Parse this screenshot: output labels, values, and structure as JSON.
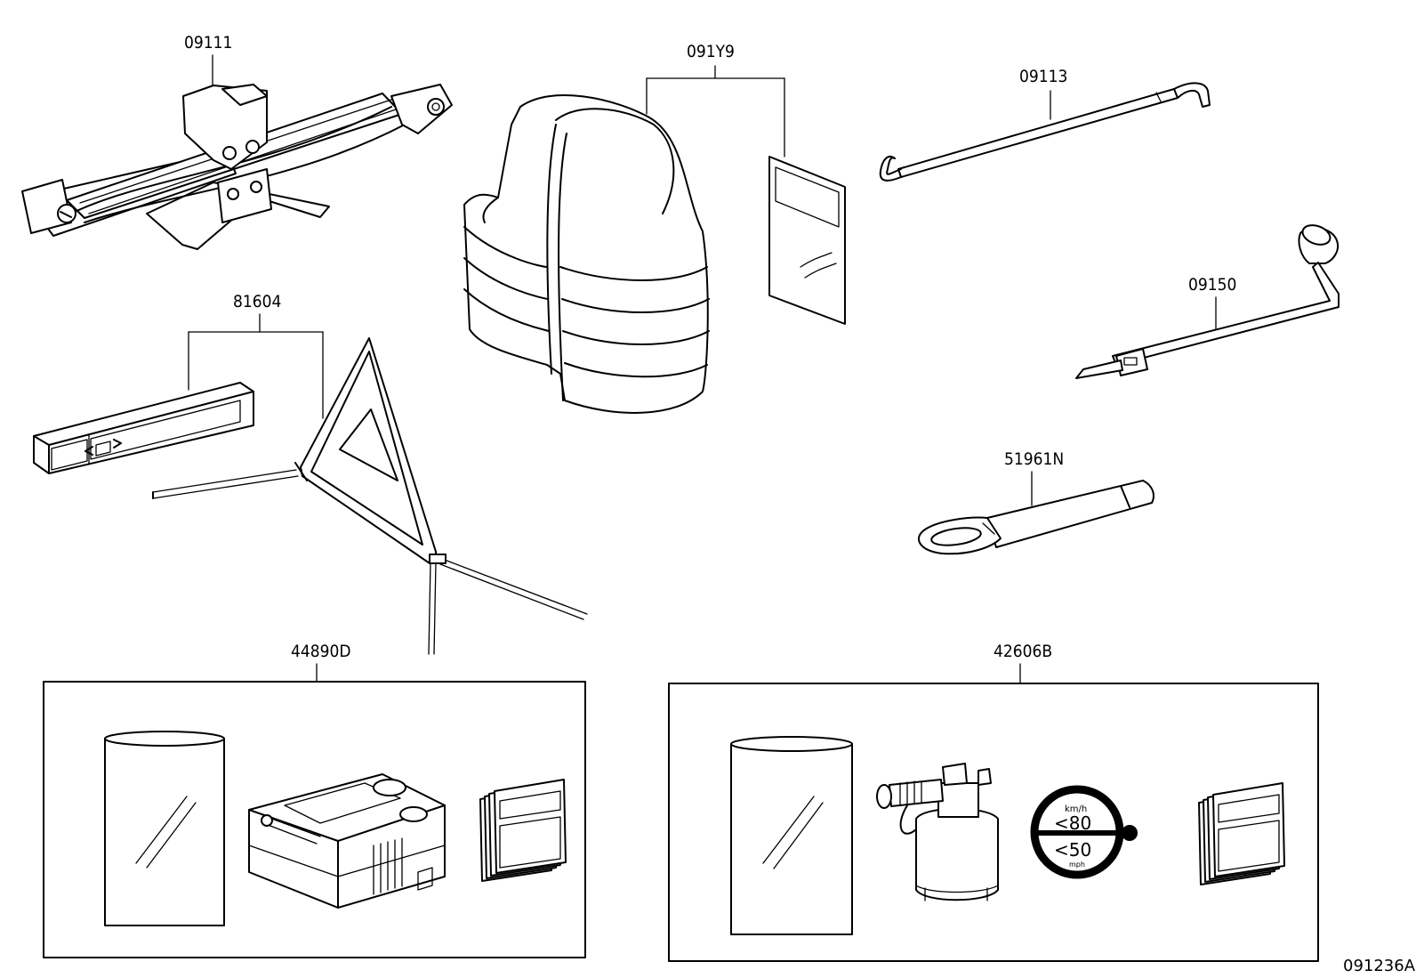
{
  "labels": {
    "jack": "09111",
    "vest": "091Y9",
    "jack_handle": "09113",
    "wrench": "09150",
    "triangle": "81604",
    "tow_hook": "51961N",
    "repair_kit_a": "44890D",
    "repair_kit_b": "42606B",
    "figure_id": "091236A"
  },
  "speed_label": {
    "kmh_unit": "km/h",
    "kmh_value": "<80",
    "mph_value": "<50",
    "mph_unit": "mph"
  }
}
